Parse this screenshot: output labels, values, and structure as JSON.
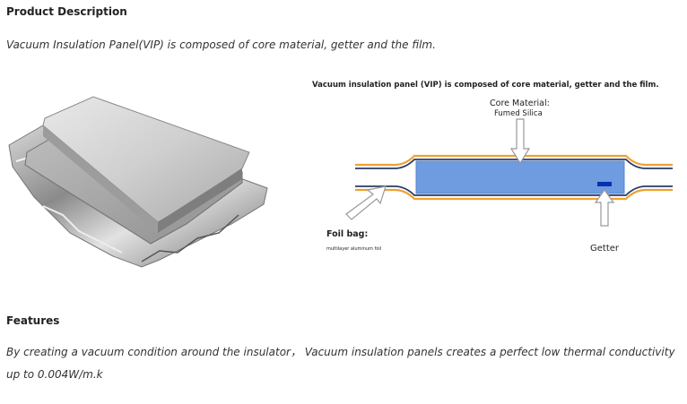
{
  "product_description": {
    "heading": "Product Description",
    "intro": "Vacuum Insulation Panel(VIP) is composed of core material, getter and the film."
  },
  "diagram": {
    "caption": "Vacuum insulation panel (VIP) is composed of core material, getter and the film.",
    "core_label": "Core Material:",
    "core_sub": "Fumed Silica",
    "foil_label": "Foil bag:",
    "foil_sub": "multilayer aluminum foil",
    "getter_label": "Getter",
    "colors": {
      "panel_fill": "#6f9be0",
      "getter": "#0b2fb0",
      "foil_orange": "#f0a030",
      "foil_dark": "#2b3d66"
    }
  },
  "features": {
    "heading": "Features",
    "text": "By creating a vacuum condition around the insulator， Vacuum insulation panels creates a perfect low thermal conductivity up to 0.004W/m.k"
  }
}
